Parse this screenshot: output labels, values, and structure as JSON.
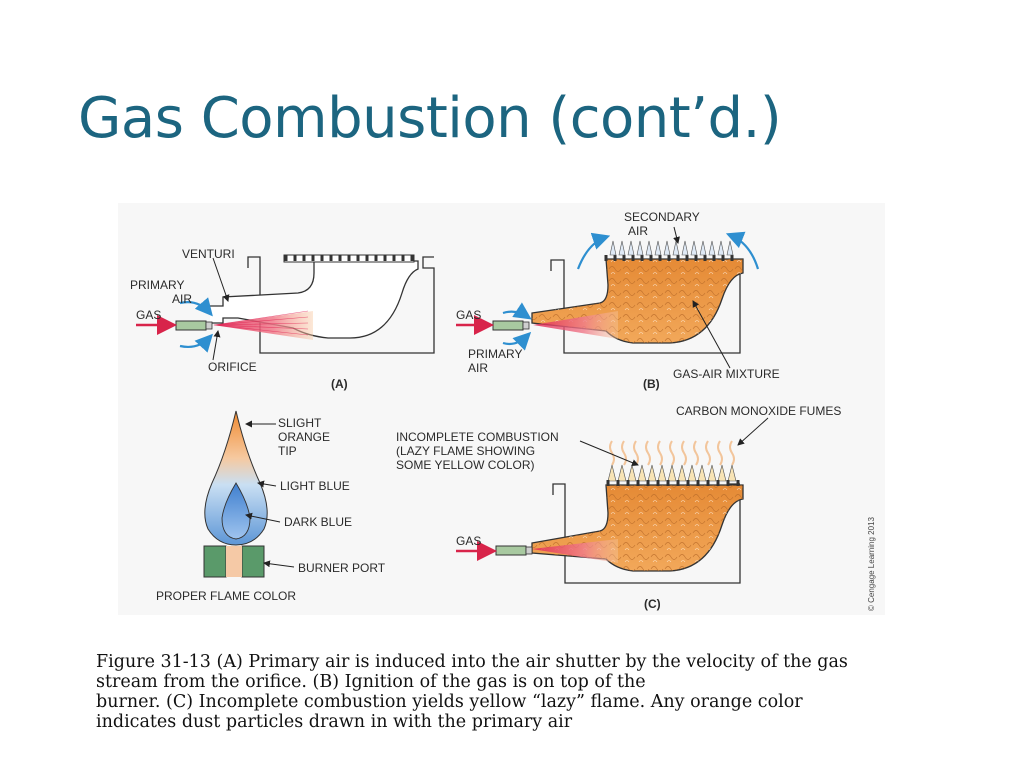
{
  "slide": {
    "title": "Gas Combustion (cont’d.)"
  },
  "figure": {
    "panel_a": {
      "venturi": "VENTURI",
      "primary_air_1": "PRIMARY",
      "primary_air_2": "AIR",
      "gas": "GAS",
      "orifice": "ORIFICE",
      "panel_label": "(A)"
    },
    "panel_b": {
      "secondary_air_1": "SECONDARY",
      "secondary_air_2": "AIR",
      "gas": "GAS",
      "primary_air_1": "PRIMARY",
      "primary_air_2": "AIR",
      "gas_air_mixture": "GAS-AIR MIXTURE",
      "panel_label": "(B)"
    },
    "flame": {
      "slight_orange_tip_1": "SLIGHT",
      "slight_orange_tip_2": "ORANGE",
      "slight_orange_tip_3": "TIP",
      "light_blue": "LIGHT BLUE",
      "dark_blue": "DARK BLUE",
      "burner_port": "BURNER PORT",
      "caption": "PROPER FLAME COLOR"
    },
    "panel_c": {
      "carbon_monoxide": "CARBON MONOXIDE FUMES",
      "incomplete_1": "INCOMPLETE COMBUSTION",
      "incomplete_2": "(LAZY FLAME SHOWING",
      "incomplete_3": "SOME YELLOW COLOR)",
      "gas": "GAS",
      "panel_label": "(C)"
    },
    "copyright": "© Cengage Learning 2013"
  },
  "caption": {
    "line1": "Figure 31-13 (A) Primary air is induced into the air shutter by the velocity of the gas",
    "line2": "stream from the orifice. (B) Ignition of the gas is on top of the",
    "line3": "burner. (C) Incomplete combustion yields yellow “lazy” flame. Any orange color",
    "line4": "indicates dust particles drawn in with the primary air"
  },
  "colors": {
    "title": "#1c6580",
    "gas_arrow": "#d8244a",
    "air_arrow": "#2e8fd0",
    "mixture_orange": "#e8892e",
    "flame_red": "#e84a5f"
  }
}
